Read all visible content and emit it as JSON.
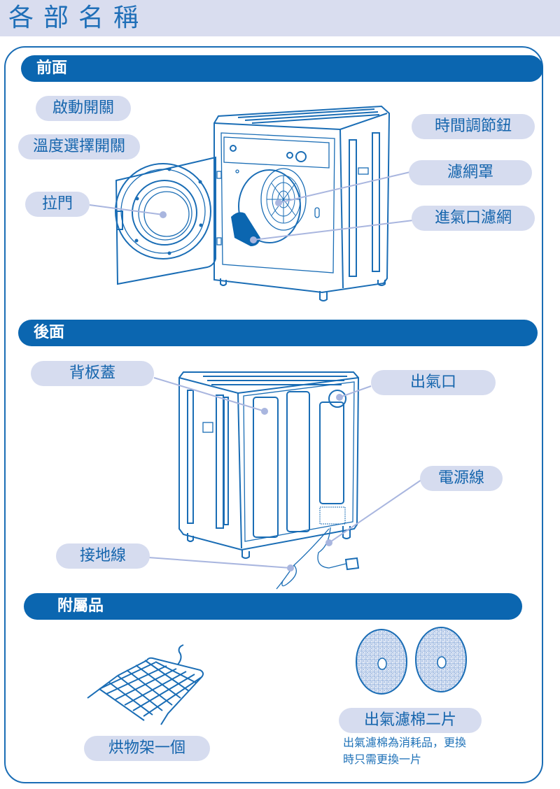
{
  "page": {
    "title": "各部名稱"
  },
  "sections": {
    "front": {
      "heading": "前面",
      "labels": {
        "start_switch": "啟動開關",
        "temp_switch": "溫度選擇開關",
        "door": "拉門",
        "timer_knob": "時間調節鈕",
        "filter_cover": "濾網罩",
        "intake_filter": "進氣口濾網"
      }
    },
    "back": {
      "heading": "後面",
      "labels": {
        "back_cover": "背板蓋",
        "exhaust": "出氣口",
        "power_cord": "電源線",
        "ground_wire": "接地線"
      }
    },
    "accessories": {
      "heading": "附屬品",
      "rack": "烘物架一個",
      "filters": "出氣濾棉二片",
      "note_line1": "出氣濾棉為消耗品，更換",
      "note_line2": "時只需更換一片"
    }
  },
  "colors": {
    "accent": "#0b66b0",
    "pill_bg": "#d6dcef",
    "title_bg": "#d9ddef",
    "leader": "#a9b6df"
  }
}
